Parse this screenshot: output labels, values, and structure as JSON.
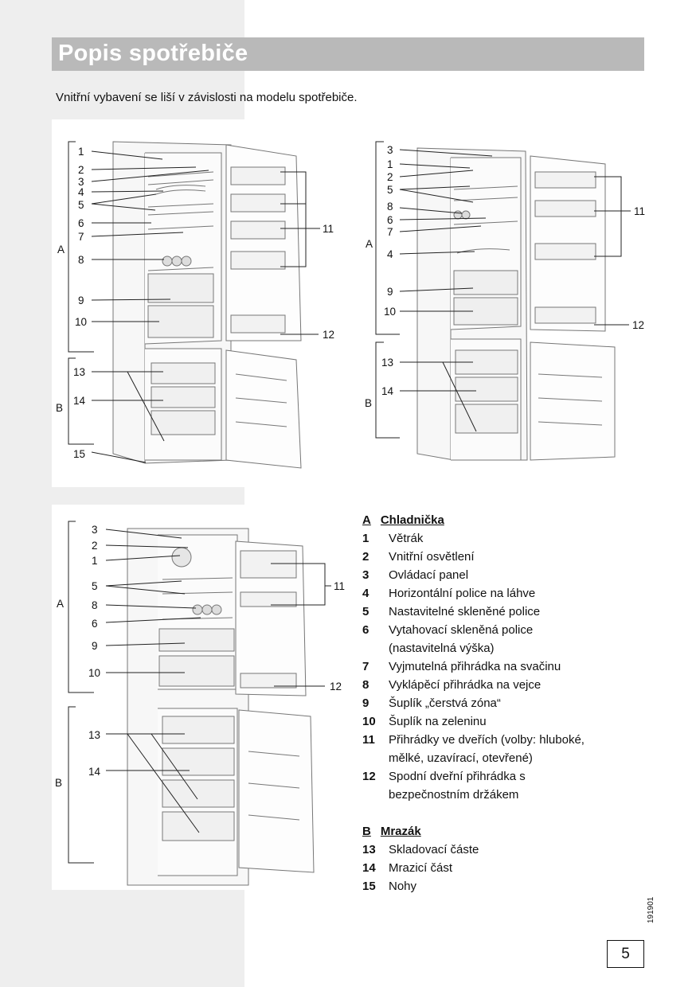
{
  "header": {
    "title": "Popis spotřebiče"
  },
  "intro": "Vnitřní vybavení se liší v závislosti na modelu spotřebiče.",
  "figure1": {
    "labels": [
      "1",
      "2",
      "3",
      "4",
      "5",
      "6",
      "7",
      "8",
      "9",
      "10",
      "11",
      "12",
      "13",
      "14",
      "15"
    ],
    "sections": [
      "A",
      "B"
    ]
  },
  "figure2": {
    "labels": [
      "3",
      "1",
      "2",
      "5",
      "8",
      "6",
      "7",
      "4",
      "9",
      "10",
      "11",
      "12",
      "13",
      "14"
    ],
    "sections": [
      "A",
      "B"
    ]
  },
  "figure3": {
    "labels": [
      "3",
      "2",
      "1",
      "5",
      "8",
      "6",
      "9",
      "10",
      "11",
      "12",
      "13",
      "14"
    ],
    "sections": [
      "A",
      "B"
    ]
  },
  "legend": {
    "sectionA": {
      "letter": "A",
      "title": "Chladnička"
    },
    "itemsA": [
      {
        "num": "1",
        "text": "Větrák"
      },
      {
        "num": "2",
        "text": "Vnitřní osvětlení"
      },
      {
        "num": "3",
        "text": "Ovládací panel"
      },
      {
        "num": "4",
        "text": "Horizontální police na láhve"
      },
      {
        "num": "5",
        "text": "Nastavitelné skleněné police"
      },
      {
        "num": "6",
        "text": "Vytahovací skleněná police",
        "cont": "(nastavitelná výška)"
      },
      {
        "num": "7",
        "text": "Vyjmutelná přihrádka na svačinu"
      },
      {
        "num": "8",
        "text": "Vyklápěcí přihrádka na vejce"
      },
      {
        "num": "9",
        "text": "Šuplík „čerstvá zóna“"
      },
      {
        "num": "10",
        "text": "Šuplík na zeleninu"
      },
      {
        "num": "11",
        "text": "Přihrádky ve dveřích (volby: hluboké,",
        "cont": "mělké, uzavírací, otevřené)"
      },
      {
        "num": "12",
        "text": "Spodní dveřní přihrádka s",
        "cont": "bezpečnostním držákem"
      }
    ],
    "sectionB": {
      "letter": "B",
      "title": "Mrazák"
    },
    "itemsB": [
      {
        "num": "13",
        "text": "Skladovací částe"
      },
      {
        "num": "14",
        "text": "Mrazicí část"
      },
      {
        "num": "15",
        "text": "Nohy"
      }
    ]
  },
  "doc_code": "191901",
  "page_number": "5"
}
